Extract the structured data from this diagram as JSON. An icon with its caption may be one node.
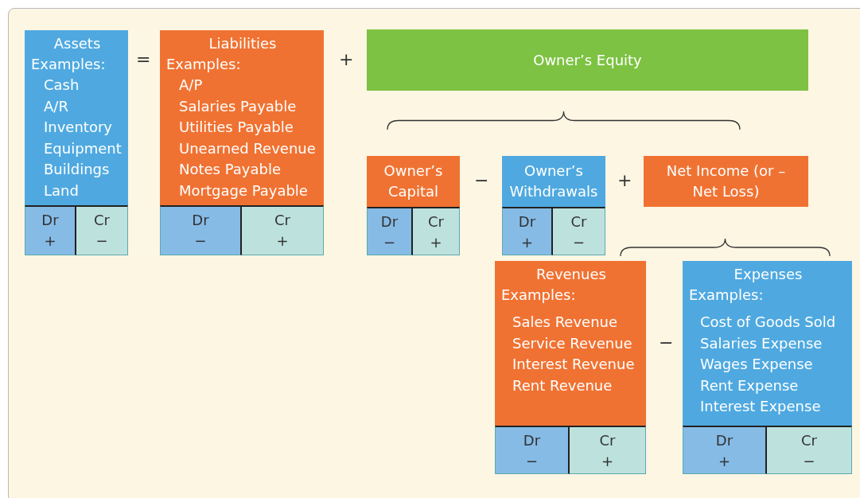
{
  "diagram": {
    "nodes": [
      {
        "text": [
          "Assets",
          "Examples:",
          "Cash",
          "A/R",
          "Inventory",
          "Equipment",
          "Buildings",
          "Land"
        ]
      },
      {
        "text": [
          "Dr",
          "+"
        ]
      },
      {
        "text": [
          "Cr",
          "−"
        ]
      },
      {
        "text": [
          "Liabilities",
          "Examples:",
          "A/P",
          "Salaries Payable",
          "Utilities Payable",
          "Unearned Revenue",
          "Notes Payable",
          "Mortgage Payable"
        ]
      },
      {
        "text": [
          "Dr",
          "−"
        ]
      },
      {
        "text": [
          "Cr",
          "+"
        ]
      },
      {
        "text": [
          "Owner’s Equity"
        ]
      },
      {
        "text": [
          "Owner’s Capital"
        ]
      },
      {
        "text": [
          "Dr",
          "−"
        ]
      },
      {
        "text": [
          "Cr",
          "+"
        ]
      },
      {
        "text": [
          "Owner’s Withdrawals"
        ]
      },
      {
        "text": [
          "Dr",
          "+"
        ]
      },
      {
        "text": [
          "Cr",
          "−"
        ]
      },
      {
        "text": [
          "Net Income (or – Net Loss)"
        ]
      },
      {
        "text": [
          "Revenues",
          "Examples:",
          "Sales Revenue",
          "Service Revenue",
          "Interest Revenue",
          "Rent Revenue"
        ]
      },
      {
        "text": [
          "Dr",
          "−"
        ]
      },
      {
        "text": [
          "Cr",
          "+"
        ]
      },
      {
        "text": [
          "Expenses",
          "Examples:",
          "Cost of Goods Sold",
          "Salaries Expense",
          "Wages Expense",
          "Rent Expense",
          "Interest Expense"
        ]
      },
      {
        "text": [
          "Dr",
          "+"
        ]
      },
      {
        "text": [
          "Cr",
          "−"
        ]
      }
    ],
    "labels": [
      "=",
      "+",
      "−",
      "+",
      "−"
    ]
  }
}
